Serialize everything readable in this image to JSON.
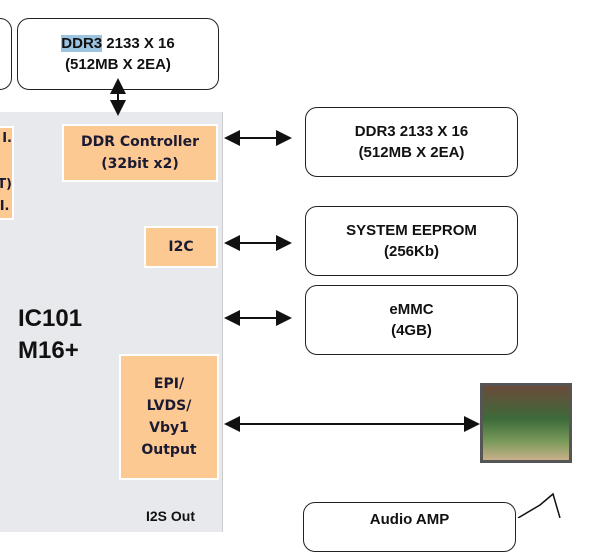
{
  "top_ddr": {
    "highlight": "DDR3",
    "line1_rest": " 2133 X 16",
    "line2": "(512MB X 2EA)"
  },
  "chip": {
    "name": "IC101",
    "model": "M16+",
    "left_fragments": [
      "I.",
      "T)",
      "I."
    ]
  },
  "blocks": {
    "ddr_ctrl": [
      "DDR Controller",
      "(32bit x2)"
    ],
    "i2c": "I2C",
    "output": [
      "EPI/",
      "LVDS/",
      "Vby1",
      "Output"
    ],
    "i2s": "I2S Out"
  },
  "devices": {
    "ddr": [
      "DDR3  2133 X 16",
      "(512MB X 2EA)"
    ],
    "eeprom": [
      "SYSTEM EEPROM",
      "(256Kb)"
    ],
    "emmc": [
      "eMMC",
      "(4GB)"
    ],
    "audio": "Audio AMP"
  },
  "colors": {
    "block": "#fdc993",
    "chip": "#e8e9ec",
    "highlight": "#9cc3e0"
  }
}
